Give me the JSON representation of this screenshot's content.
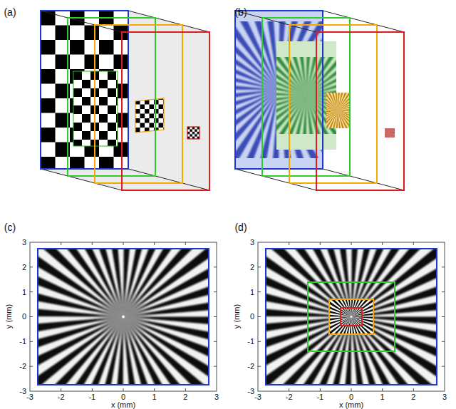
{
  "diagram": {
    "labels": [
      "(a)",
      "(b)",
      "(c)",
      "(d)",
      "3",
      "2",
      "1",
      "0",
      "-1",
      "-2",
      "-3",
      "y (mm)",
      "-3",
      "-2",
      "-1",
      "0",
      "1",
      "2",
      "3",
      "x (mm)",
      "3",
      "2",
      "1",
      "0",
      "-1",
      "-2",
      "-3",
      "y (mm)",
      "-3",
      "-2",
      "-1",
      "0",
      "1",
      "2",
      "3",
      "x (mm)"
    ]
  }
}
